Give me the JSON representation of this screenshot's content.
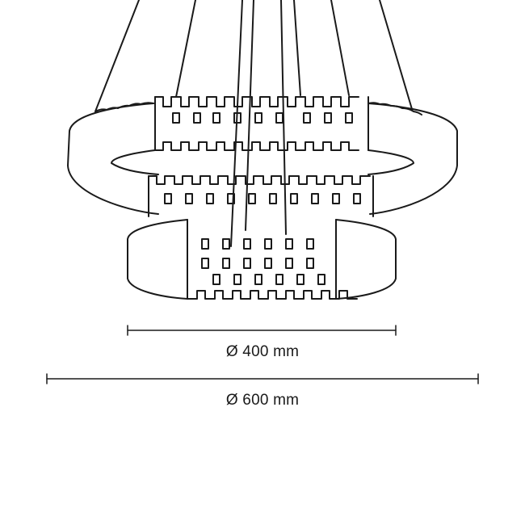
{
  "drawing": {
    "subject": "chandelier-line-drawing",
    "stroke_color": "#1a1a1a",
    "background_color": "#ffffff"
  },
  "dimensions": {
    "inner": {
      "value_mm": 400,
      "label": "Ø 400 mm"
    },
    "outer": {
      "value_mm": 600,
      "label": "Ø 600 mm"
    }
  }
}
